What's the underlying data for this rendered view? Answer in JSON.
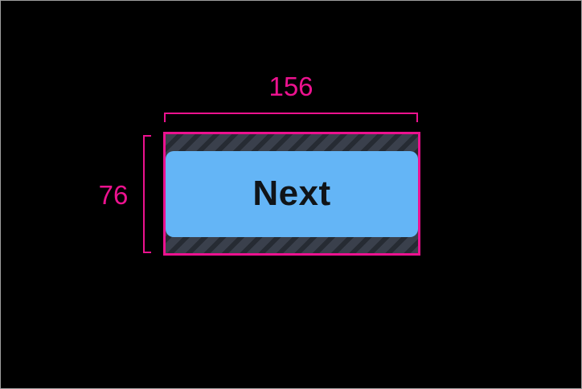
{
  "inspector": {
    "width_label": "156",
    "height_label": "76"
  },
  "button": {
    "label": "Next"
  },
  "colors": {
    "background": "#000000",
    "frame_border": "#9E9E9E",
    "accent": "#EC128F",
    "button_fill": "#64B5F6",
    "button_text": "#101418",
    "hatch_base": "#3A404C",
    "hatch_stripe": "#262B33"
  }
}
